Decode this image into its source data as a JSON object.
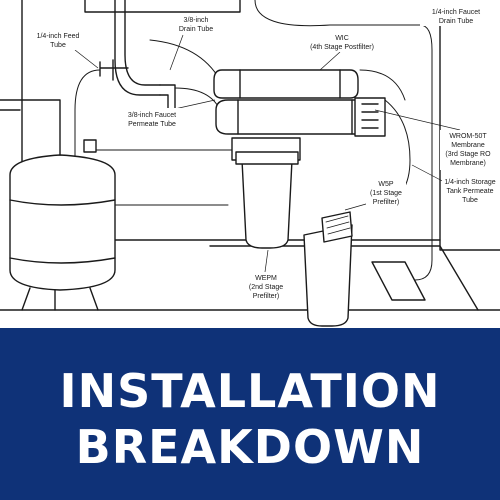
{
  "labels": {
    "faucet_drain_1": "1/4-inch Faucet",
    "faucet_drain_2": "Drain Tube",
    "drain_tube_1": "3/8-inch",
    "drain_tube_2": "Drain Tube",
    "feed_tube_1": "1/4-inch Feed",
    "feed_tube_2": "Tube",
    "wic_1": "WIC",
    "wic_2": "(4th Stage Postfilter)",
    "faucet_permeate_1": "3/8-inch Faucet",
    "faucet_permeate_2": "Permeate Tube",
    "wrom_1": "WROM-50T",
    "wrom_2": "Membrane",
    "wrom_3": "(3rd Stage RO",
    "wrom_4": "Membrane)",
    "storage_1": "1/4-inch Storage",
    "storage_2": "Tank Permeate",
    "storage_3": "Tube",
    "w5p_1": "W5P",
    "w5p_2": "(1st Stage",
    "w5p_3": "Prefilter)",
    "wepm_1": "WEPM",
    "wepm_2": "(2nd Stage",
    "wepm_3": "Prefilter)"
  },
  "banner": {
    "line1": "INSTALLATION",
    "line2": "BREAKDOWN",
    "color": "#0f3278"
  }
}
